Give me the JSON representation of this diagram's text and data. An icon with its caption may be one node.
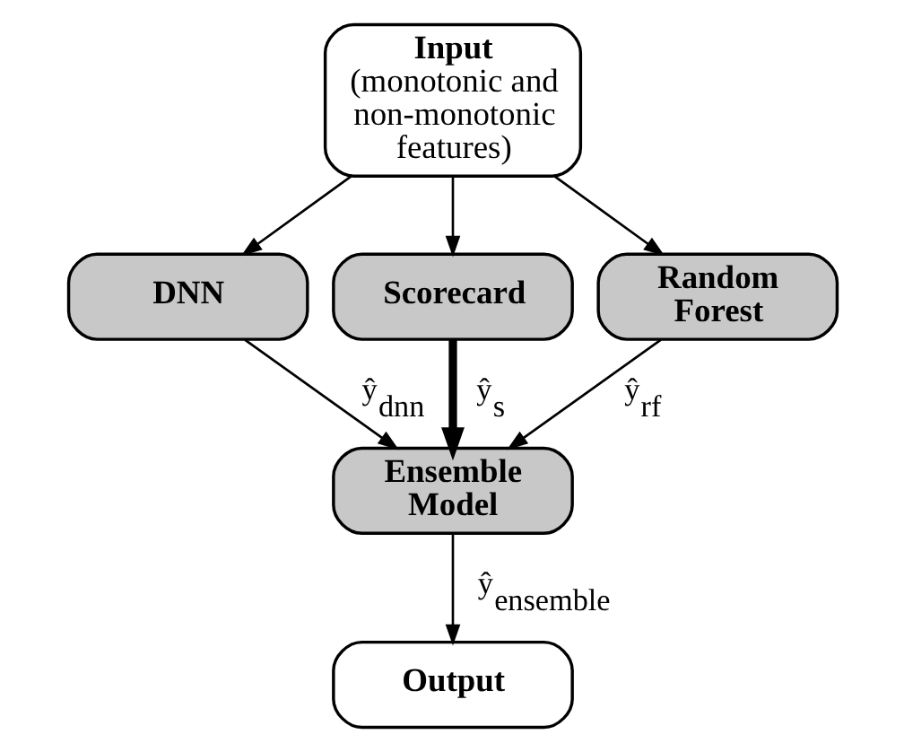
{
  "diagram": {
    "nodes": [
      {
        "text": [
          "Input",
          "(monotonic and non-monotonic features)"
        ]
      },
      {
        "text": [
          "DNN"
        ]
      },
      {
        "text": [
          "Scorecard"
        ]
      },
      {
        "text": [
          "Random Forest"
        ]
      },
      {
        "text": [
          "Ensemble Model"
        ]
      },
      {
        "text": [
          "Output"
        ]
      }
    ],
    "edges": [
      {
        "from": 0,
        "to": 1,
        "arrow": "to"
      },
      {
        "from": 0,
        "to": 2,
        "arrow": "to"
      },
      {
        "from": 0,
        "to": 3,
        "arrow": "to"
      },
      {
        "from": 1,
        "to": 4,
        "arrow": "to",
        "label": "ŷ$_{dnn}$"
      },
      {
        "from": 2,
        "to": 4,
        "arrow": "to",
        "label": "ŷ$_{s}$",
        "style": "thick"
      },
      {
        "from": 3,
        "to": 4,
        "arrow": "to",
        "label": "ŷ$_{rf}$"
      },
      {
        "from": 4,
        "to": 5,
        "arrow": "to",
        "label": "ŷ$_{ensemble}$"
      }
    ]
  }
}
